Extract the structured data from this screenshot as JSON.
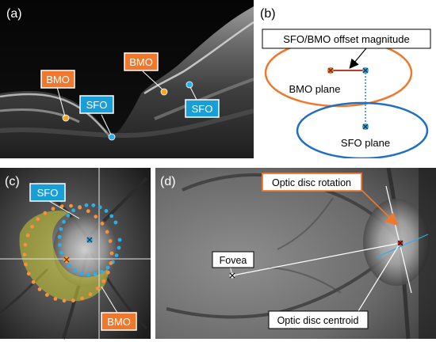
{
  "panels": {
    "a": {
      "label": "(a)",
      "callouts": {
        "bmo_left": "BMO",
        "bmo_right": "BMO",
        "sfo_left": "SFO",
        "sfo_right": "SFO"
      }
    },
    "b": {
      "label": "(b)",
      "offset_label": "SFO/BMO offset magnitude",
      "bmo_plane": "BMO plane",
      "sfo_plane": "SFO plane"
    },
    "c": {
      "label": "(c)",
      "sfo": "SFO",
      "bmo": "BMO"
    },
    "d": {
      "label": "(d)",
      "rotation": "Optic disc rotation",
      "fovea": "Fovea",
      "centroid": "Optic disc centroid"
    }
  },
  "colors": {
    "bmo_orange": "#f0782d",
    "sfo_blue": "#1a9ed8",
    "plane_blue": "#1f6fc4",
    "marker_red": "#c0392b",
    "marker_teal": "#2f8bb0",
    "yellow_region": "#c8c832"
  }
}
